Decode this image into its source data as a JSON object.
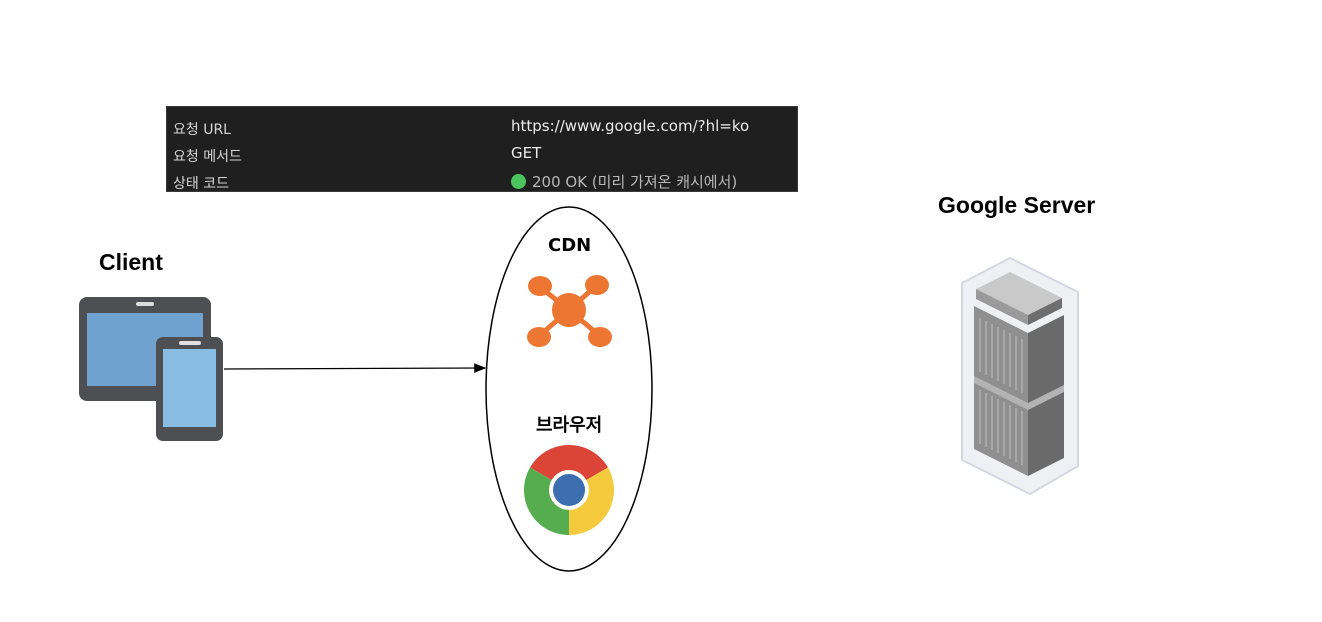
{
  "request_panel": {
    "rows": [
      {
        "key": "요청 URL",
        "value": "https://www.google.com/?hl=ko"
      },
      {
        "key": "요청 메서드",
        "value": "GET"
      },
      {
        "key": "상태 코드",
        "value": "200 OK (미리 가져온 캐시에서)"
      }
    ],
    "status_color": "#4cc45d"
  },
  "nodes": {
    "client": "Client",
    "cdn": "CDN",
    "browser": "브라우저",
    "server": "Google Server"
  },
  "colors": {
    "cdn_icon": "#ee7633",
    "chrome_red": "#db4437",
    "chrome_green": "#56ad4e",
    "chrome_yellow": "#f5cb3d",
    "chrome_blue": "#3d6fb0"
  }
}
